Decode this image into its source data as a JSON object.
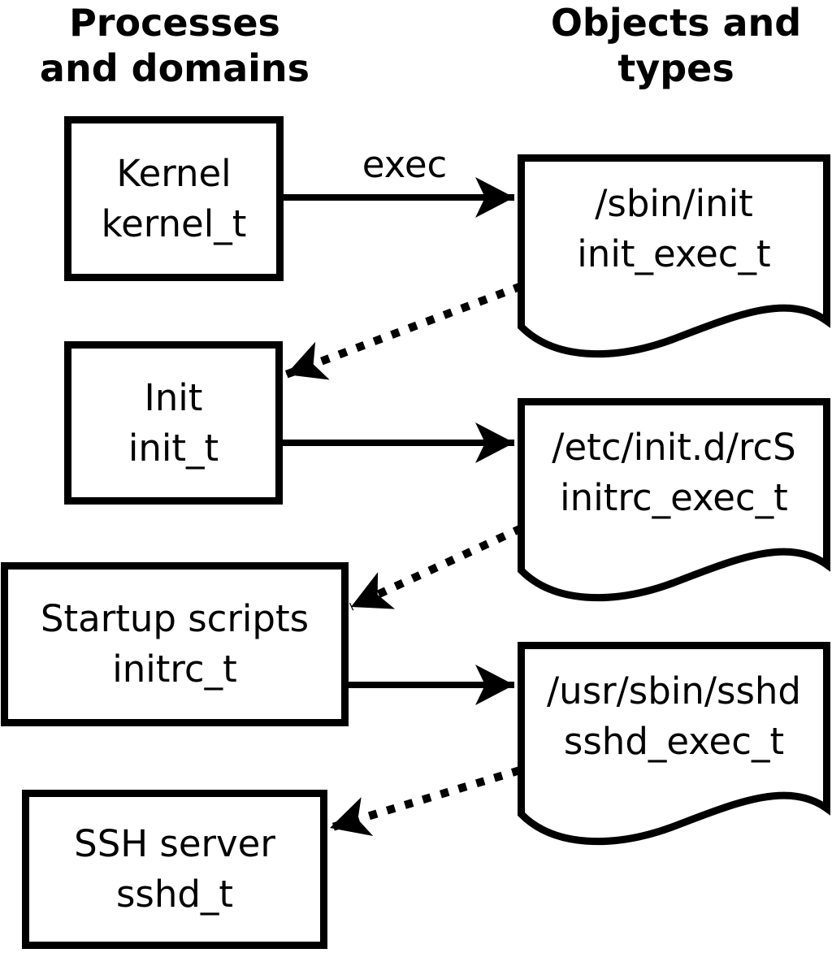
{
  "headers": {
    "left": {
      "line1": "Processes",
      "line2": "and domains"
    },
    "right": {
      "line1": "Objects and",
      "line2": "types"
    }
  },
  "processes": [
    {
      "name": "Kernel",
      "type": "kernel_t"
    },
    {
      "name": "Init",
      "type": "init_t"
    },
    {
      "name": "Startup scripts",
      "type": "initrc_t"
    },
    {
      "name": "SSH server",
      "type": "sshd_t"
    }
  ],
  "objects": [
    {
      "path": "/sbin/init",
      "type": "init_exec_t"
    },
    {
      "path": "/etc/init.d/rcS",
      "type": "initrc_exec_t"
    },
    {
      "path": "/usr/sbin/sshd",
      "type": "sshd_exec_t"
    }
  ],
  "edges": {
    "exec_label": "exec",
    "solid": [
      {
        "from": "kernel_t",
        "to": "/sbin/init",
        "style": "solid",
        "label": "exec"
      },
      {
        "from": "init_t",
        "to": "/etc/init.d/rcS",
        "style": "solid",
        "label": ""
      },
      {
        "from": "initrc_t",
        "to": "/usr/sbin/sshd",
        "style": "solid",
        "label": ""
      }
    ],
    "dotted": [
      {
        "from": "/sbin/init",
        "to": "init_t",
        "style": "dotted"
      },
      {
        "from": "/etc/init.d/rcS",
        "to": "initrc_t",
        "style": "dotted"
      },
      {
        "from": "/usr/sbin/sshd",
        "to": "sshd_t",
        "style": "dotted"
      }
    ]
  },
  "colors": {
    "line": "#000000",
    "text": "#000000",
    "background": "#ffffff"
  }
}
